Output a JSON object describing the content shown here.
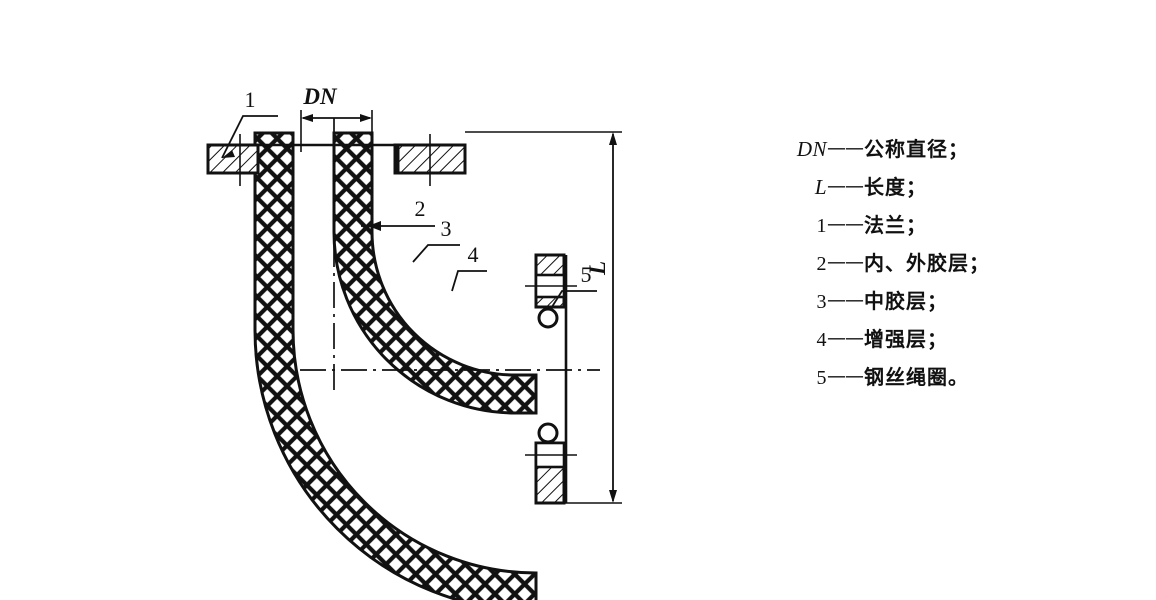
{
  "figure": {
    "title": "rubber expansion joint elbow cross-section drawing",
    "dimension_labels": {
      "dn": "DN",
      "l": "L"
    },
    "callouts": [
      {
        "id": "1",
        "label": "1"
      },
      {
        "id": "2",
        "label": "2"
      },
      {
        "id": "3",
        "label": "3"
      },
      {
        "id": "4",
        "label": "4"
      },
      {
        "id": "5",
        "label": "5"
      }
    ],
    "colors": {
      "line": "#111111",
      "background": "#ffffff",
      "hatch": "#111111"
    }
  },
  "legend": {
    "items": [
      {
        "symbol": "DN",
        "dash": "——",
        "text": "公称直径；",
        "italic": true
      },
      {
        "symbol": "L",
        "dash": "——",
        "text": "长度；",
        "italic": true
      },
      {
        "symbol": "1",
        "dash": "——",
        "text": "法兰；",
        "italic": false
      },
      {
        "symbol": "2",
        "dash": "——",
        "text": "内、外胶层；",
        "italic": false
      },
      {
        "symbol": "3",
        "dash": "——",
        "text": "中胶层；",
        "italic": false
      },
      {
        "symbol": "4",
        "dash": "——",
        "text": "增强层；",
        "italic": false
      },
      {
        "symbol": "5",
        "dash": "——",
        "text": "钢丝绳圈。",
        "italic": false
      }
    ]
  }
}
